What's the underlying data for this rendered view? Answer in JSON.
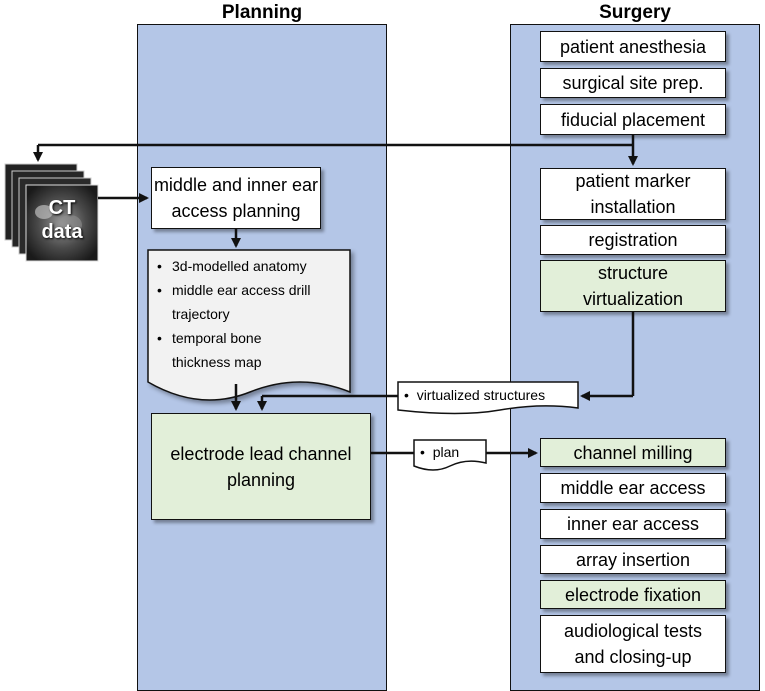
{
  "lanes": {
    "planning": {
      "title": "Planning"
    },
    "surgery": {
      "title": "Surgery"
    }
  },
  "ct": {
    "label_line1": "CT",
    "label_line2": "data"
  },
  "planning": {
    "access_planning": {
      "line1": "middle and inner ear",
      "line2": "access planning"
    },
    "outputs": [
      "3d-modelled anatomy",
      "middle ear access drill",
      "trajectory",
      "temporal bone",
      "thickness map"
    ],
    "channel_planning": {
      "line1": "electrode lead channel",
      "line2": "planning"
    }
  },
  "tags": {
    "virtualized": "virtualized structures",
    "plan": "plan"
  },
  "surgery": {
    "anesthesia": "patient anesthesia",
    "site_prep": "surgical site prep.",
    "fiducial": "fiducial placement",
    "marker": {
      "line1": "patient marker",
      "line2": "installation"
    },
    "registration": "registration",
    "virtualization": {
      "line1": "structure",
      "line2": "virtualization"
    },
    "milling": "channel milling",
    "middle_access": "middle ear access",
    "inner_access": "inner ear access",
    "array": "array insertion",
    "fixation": "electrode fixation",
    "tests": {
      "line1": "audiological tests",
      "line2": "and closing-up"
    }
  },
  "colors": {
    "lane_fill": "#b4c6e7",
    "green_fill": "#e2efd9",
    "doc_fill": "#f2f2f2"
  }
}
